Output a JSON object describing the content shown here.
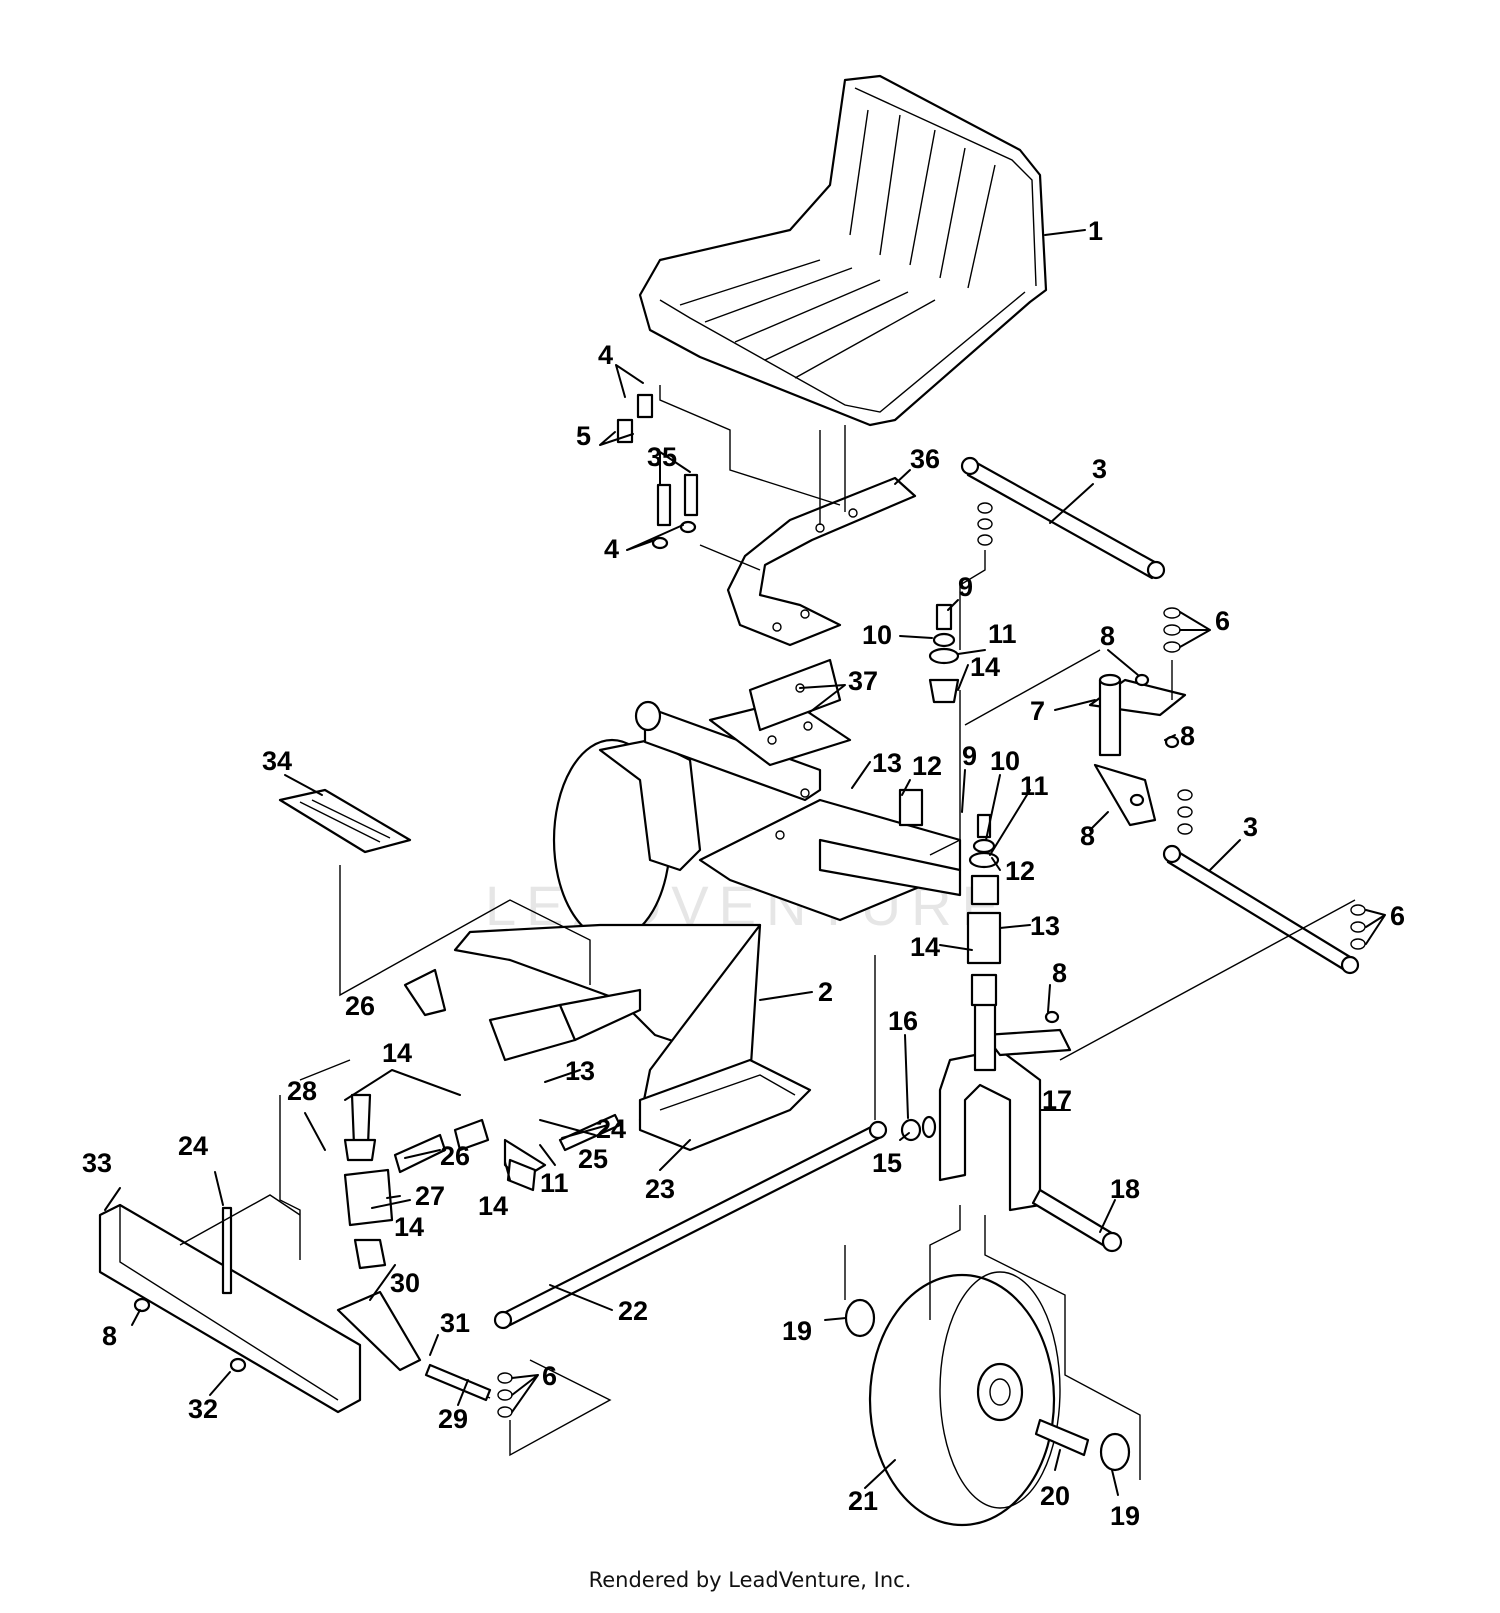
{
  "watermark": "LEADVENTURE",
  "footer": "Rendered by LeadVenture, Inc.",
  "parts": [
    {
      "id": "seat",
      "label": "1"
    },
    {
      "id": "frame",
      "label": "2"
    },
    {
      "id": "tie-rod-upper",
      "label": "3"
    },
    {
      "id": "tie-rod-lower",
      "label": "3"
    },
    {
      "id": "washer-a",
      "label": "4"
    },
    {
      "id": "washer-b",
      "label": "4"
    },
    {
      "id": "bolt-a",
      "label": "5"
    },
    {
      "id": "washer-stack-a",
      "label": "6"
    },
    {
      "id": "washer-stack-b",
      "label": "6"
    },
    {
      "id": "washer-stack-c",
      "label": "6"
    },
    {
      "id": "steering-arm",
      "label": "7"
    },
    {
      "id": "nut-a",
      "label": "8"
    },
    {
      "id": "nut-b",
      "label": "8"
    },
    {
      "id": "nut-c",
      "label": "8"
    },
    {
      "id": "nut-d",
      "label": "8"
    },
    {
      "id": "nut-e",
      "label": "8"
    },
    {
      "id": "bolt-9a",
      "label": "9"
    },
    {
      "id": "bolt-9b",
      "label": "9"
    },
    {
      "id": "washer-10a",
      "label": "10"
    },
    {
      "id": "washer-10b",
      "label": "10"
    },
    {
      "id": "washer-11a",
      "label": "11"
    },
    {
      "id": "washer-11b",
      "label": "11"
    },
    {
      "id": "washer-11c",
      "label": "11"
    },
    {
      "id": "spacer-12a",
      "label": "12"
    },
    {
      "id": "spacer-12b",
      "label": "12"
    },
    {
      "id": "fitting-13a",
      "label": "13"
    },
    {
      "id": "fitting-13b",
      "label": "13"
    },
    {
      "id": "fitting-13c",
      "label": "13"
    },
    {
      "id": "bushing-14a",
      "label": "14"
    },
    {
      "id": "bushing-14b",
      "label": "14"
    },
    {
      "id": "bushing-14c",
      "label": "14"
    },
    {
      "id": "bushing-14d",
      "label": "14"
    },
    {
      "id": "bushing-14e",
      "label": "14"
    },
    {
      "id": "washer-15",
      "label": "15"
    },
    {
      "id": "nut-16",
      "label": "16"
    },
    {
      "id": "fork-17",
      "label": "17"
    },
    {
      "id": "bolt-18",
      "label": "18"
    },
    {
      "id": "bearing-19a",
      "label": "19"
    },
    {
      "id": "bearing-19b",
      "label": "19"
    },
    {
      "id": "spacer-20",
      "label": "20"
    },
    {
      "id": "wheel-21",
      "label": "21"
    },
    {
      "id": "tie-rod-22",
      "label": "22"
    },
    {
      "id": "footrest-23",
      "label": "23"
    },
    {
      "id": "bolt-24a",
      "label": "24"
    },
    {
      "id": "bolt-24b",
      "label": "24"
    },
    {
      "id": "washer-25",
      "label": "25"
    },
    {
      "id": "pin-26a",
      "label": "26"
    },
    {
      "id": "pin-26b",
      "label": "26"
    },
    {
      "id": "block-27",
      "label": "27"
    },
    {
      "id": "fitting-28",
      "label": "28"
    },
    {
      "id": "pin-29",
      "label": "29"
    },
    {
      "id": "latch-30",
      "label": "30"
    },
    {
      "id": "spring-31",
      "label": "31"
    },
    {
      "id": "nut-32",
      "label": "32"
    },
    {
      "id": "bumper-33",
      "label": "33"
    },
    {
      "id": "decal-34",
      "label": "34"
    },
    {
      "id": "bolt-35",
      "label": "35"
    },
    {
      "id": "seat-bracket-36",
      "label": "36"
    },
    {
      "id": "plate-37",
      "label": "37"
    }
  ]
}
